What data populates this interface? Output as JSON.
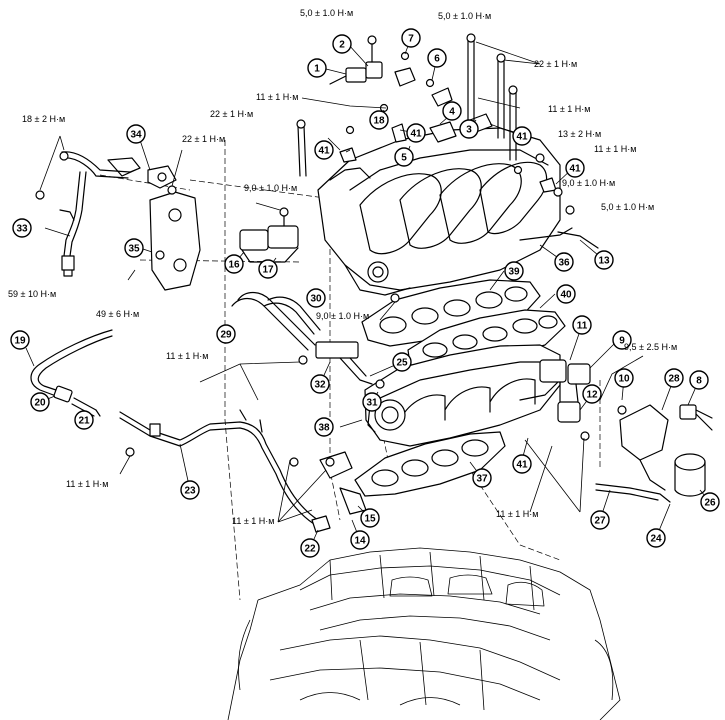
{
  "diagram": {
    "callouts": [
      {
        "id": "1",
        "label": "1"
      },
      {
        "id": "2",
        "label": "2"
      },
      {
        "id": "3",
        "label": "3"
      },
      {
        "id": "4",
        "label": "4"
      },
      {
        "id": "5",
        "label": "5"
      },
      {
        "id": "6",
        "label": "6"
      },
      {
        "id": "7",
        "label": "7"
      },
      {
        "id": "8",
        "label": "8"
      },
      {
        "id": "9",
        "label": "9"
      },
      {
        "id": "10",
        "label": "10"
      },
      {
        "id": "11",
        "label": "11"
      },
      {
        "id": "12",
        "label": "12"
      },
      {
        "id": "13",
        "label": "13"
      },
      {
        "id": "14",
        "label": "14"
      },
      {
        "id": "15",
        "label": "15"
      },
      {
        "id": "16",
        "label": "16"
      },
      {
        "id": "17",
        "label": "17"
      },
      {
        "id": "18",
        "label": "18"
      },
      {
        "id": "19",
        "label": "19"
      },
      {
        "id": "20",
        "label": "20"
      },
      {
        "id": "21",
        "label": "21"
      },
      {
        "id": "22",
        "label": "22"
      },
      {
        "id": "23",
        "label": "23"
      },
      {
        "id": "24",
        "label": "24"
      },
      {
        "id": "25",
        "label": "25"
      },
      {
        "id": "26",
        "label": "26"
      },
      {
        "id": "27",
        "label": "27"
      },
      {
        "id": "28",
        "label": "28"
      },
      {
        "id": "29",
        "label": "29"
      },
      {
        "id": "30",
        "label": "30"
      },
      {
        "id": "31",
        "label": "31"
      },
      {
        "id": "32",
        "label": "32"
      },
      {
        "id": "33",
        "label": "33"
      },
      {
        "id": "34",
        "label": "34"
      },
      {
        "id": "35",
        "label": "35"
      },
      {
        "id": "36",
        "label": "36"
      },
      {
        "id": "37",
        "label": "37"
      },
      {
        "id": "38",
        "label": "38"
      },
      {
        "id": "39",
        "label": "39"
      },
      {
        "id": "40",
        "label": "40"
      },
      {
        "id": "41a",
        "label": "41"
      },
      {
        "id": "41b",
        "label": "41"
      },
      {
        "id": "41c",
        "label": "41"
      },
      {
        "id": "41d",
        "label": "41"
      },
      {
        "id": "41e",
        "label": "41"
      }
    ],
    "torques": [
      {
        "id": "t1",
        "text": "5,0 ± 1.0 Н·м"
      },
      {
        "id": "t2",
        "text": "5,0 ± 1.0 Н·м"
      },
      {
        "id": "t3",
        "text": "22 ± 1 Н·м"
      },
      {
        "id": "t4",
        "text": "11 ± 1 Н·м"
      },
      {
        "id": "t5",
        "text": "11 ± 1 Н·м"
      },
      {
        "id": "t6",
        "text": "22 ± 1 Н·м"
      },
      {
        "id": "t7",
        "text": "18 ± 2 Н·м"
      },
      {
        "id": "t8",
        "text": "22 ± 1 Н·м"
      },
      {
        "id": "t9",
        "text": "13 ± 2 Н·м"
      },
      {
        "id": "t10",
        "text": "11 ± 1 Н·м"
      },
      {
        "id": "t11",
        "text": "9,0 ± 1.0 Н·м"
      },
      {
        "id": "t12",
        "text": "9,0 ± 1.0 Н·м"
      },
      {
        "id": "t13",
        "text": "5,0 ± 1.0 Н·м"
      },
      {
        "id": "t14",
        "text": "59 ± 10 Н·м"
      },
      {
        "id": "t15",
        "text": "49 ± 6 Н·м"
      },
      {
        "id": "t16",
        "text": "9,0 ± 1.0 Н·м"
      },
      {
        "id": "t17",
        "text": "11 ± 1 Н·м"
      },
      {
        "id": "t18",
        "text": "9,5 ± 2.5 Н·м"
      },
      {
        "id": "t19",
        "text": "11 ± 1 Н·м"
      },
      {
        "id": "t20",
        "text": "11 ± 1 Н·м"
      },
      {
        "id": "t21",
        "text": "11 ± 1 Н·м"
      }
    ]
  }
}
